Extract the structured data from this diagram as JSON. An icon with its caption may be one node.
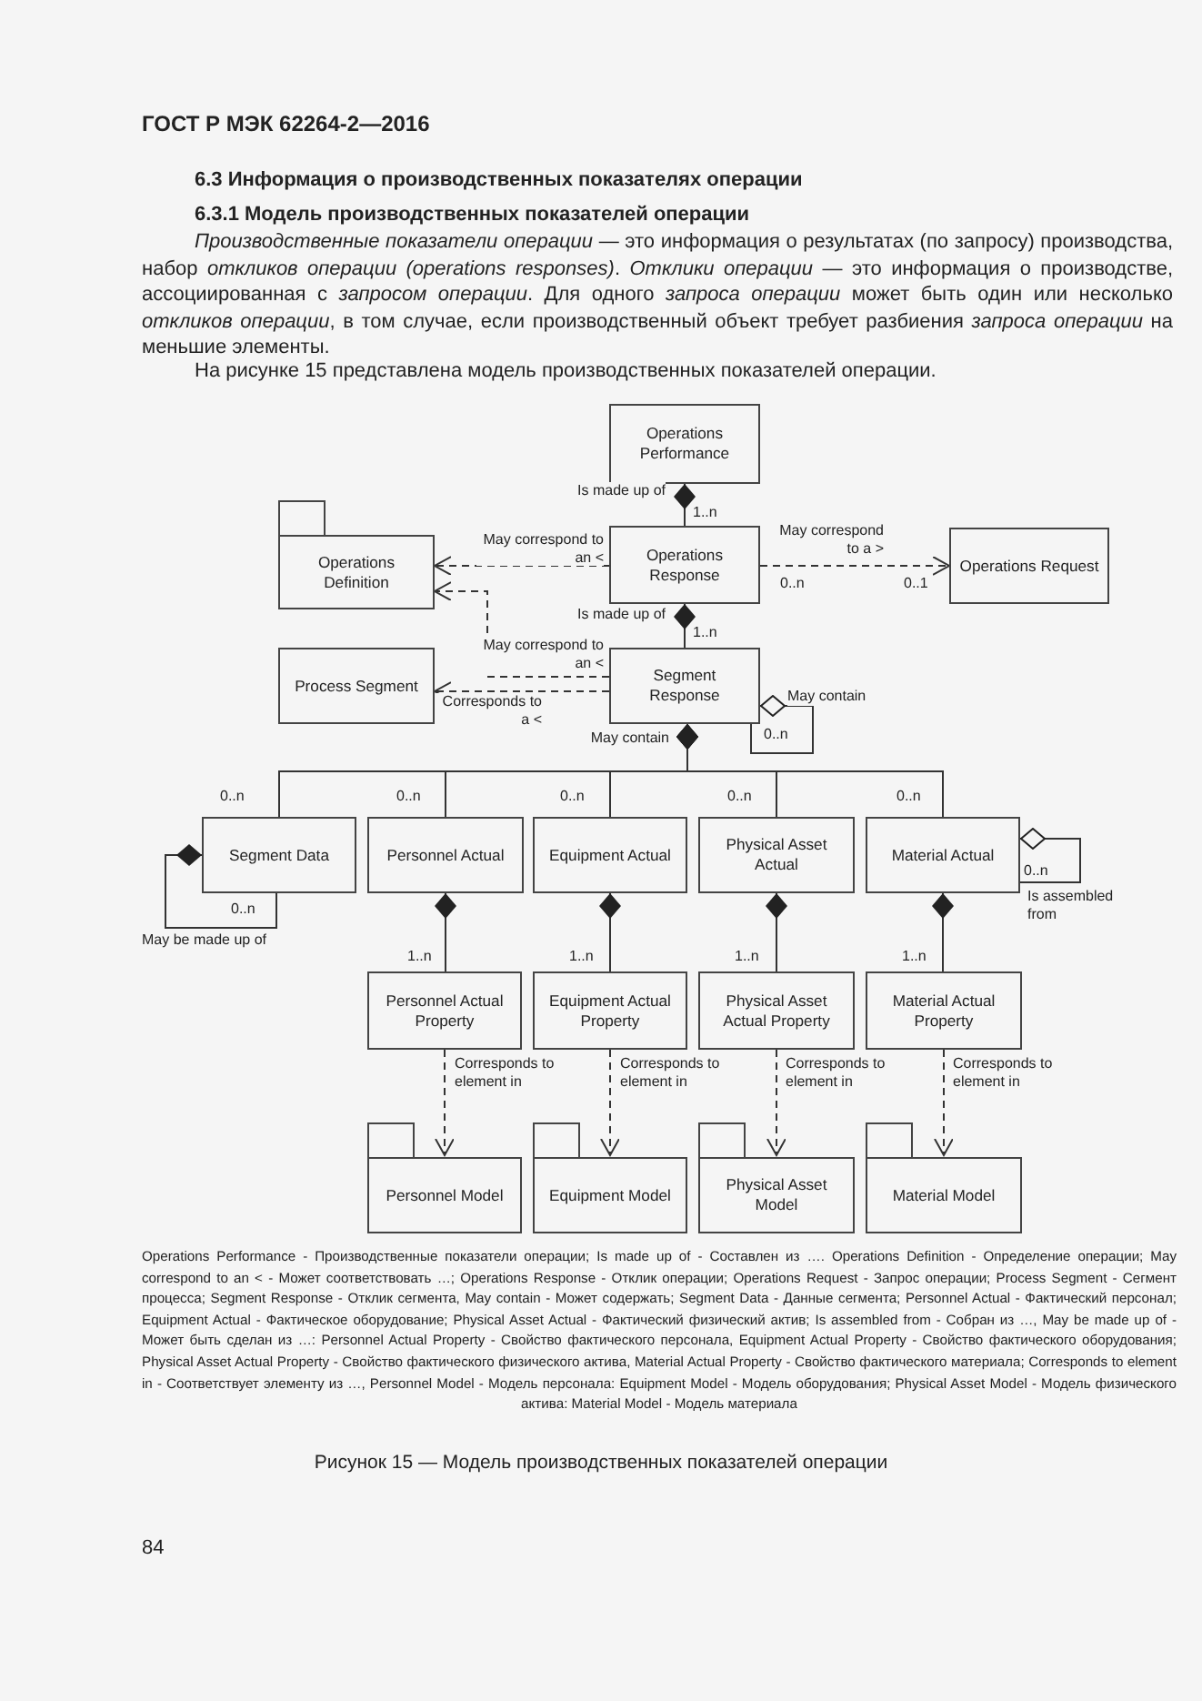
{
  "diagram": {
    "caption": "Рисунок 15 — Модель производственных показателей операции",
    "nodes": [
      {
        "text": [
          "Operations Performance"
        ]
      },
      {
        "text": [
          "Operations Definition"
        ]
      },
      {
        "text": [
          "Operations Response"
        ]
      },
      {
        "text": [
          "Operations Request"
        ]
      },
      {
        "text": [
          "Process Segment"
        ]
      },
      {
        "text": [
          "Segment Response"
        ]
      },
      {
        "text": [
          "Segment Data"
        ]
      },
      {
        "text": [
          "Personnel Actual"
        ]
      },
      {
        "text": [
          "Equipment Actual"
        ]
      },
      {
        "text": [
          "Physical Asset Actual"
        ]
      },
      {
        "text": [
          "Material Actual"
        ]
      },
      {
        "text": [
          "Personnel Actual Property"
        ]
      },
      {
        "text": [
          "Equipment Actual Property"
        ]
      },
      {
        "text": [
          "Physical Asset Actual Property"
        ]
      },
      {
        "text": [
          "Material Actual Property"
        ]
      },
      {
        "text": [
          "Personnel Model"
        ]
      },
      {
        "text": [
          "Equipment Model"
        ]
      },
      {
        "text": [
          "Physical Asset Model"
        ]
      },
      {
        "text": [
          "Material Model"
        ]
      }
    ],
    "edges": [
      {
        "from": 2,
        "to": 0,
        "arrow": "other",
        "label": "Is made up of"
      },
      {
        "from": 2,
        "to": 1,
        "arrow": "to",
        "style": "dashed",
        "label": "May correspond to an <"
      },
      {
        "from": 2,
        "to": 3,
        "arrow": "to",
        "style": "dashed",
        "label": "May correspond to a >"
      },
      {
        "from": 5,
        "to": 2,
        "arrow": "other",
        "label": "Is made up of"
      },
      {
        "from": 5,
        "to": 1,
        "arrow": "to",
        "style": "dashed",
        "label": "May correspond to an <"
      },
      {
        "from": 5,
        "to": 4,
        "arrow": "to",
        "style": "dashed",
        "label": "Corresponds to a <"
      },
      {
        "from": 5,
        "to": 5,
        "arrow": "other",
        "label": "May contain"
      },
      {
        "from": 6,
        "to": 5,
        "arrow": "other",
        "label": "May contain"
      },
      {
        "from": 7,
        "to": 5,
        "arrow": "other"
      },
      {
        "from": 8,
        "to": 5,
        "arrow": "other"
      },
      {
        "from": 9,
        "to": 5,
        "arrow": "other"
      },
      {
        "from": 10,
        "to": 5,
        "arrow": "other"
      },
      {
        "from": 6,
        "to": 6,
        "arrow": "other",
        "label": "May be made up of"
      },
      {
        "from": 10,
        "to": 10,
        "arrow": "other",
        "label": "Is assembled from"
      },
      {
        "from": 11,
        "to": 7,
        "arrow": "other"
      },
      {
        "from": 12,
        "to": 8,
        "arrow": "other"
      },
      {
        "from": 13,
        "to": 9,
        "arrow": "other"
      },
      {
        "from": 14,
        "to": 10,
        "arrow": "other"
      },
      {
        "from": 11,
        "to": 15,
        "arrow": "to",
        "style": "dashed",
        "label": "Corresponds to element in"
      },
      {
        "from": 12,
        "to": 16,
        "arrow": "to",
        "style": "dashed",
        "label": "Corresponds to element in"
      },
      {
        "from": 13,
        "to": 17,
        "arrow": "to",
        "style": "dashed",
        "label": "Corresponds to element in"
      },
      {
        "from": 14,
        "to": 18,
        "arrow": "to",
        "style": "dashed",
        "label": "Corresponds to element in"
      }
    ],
    "labels": [
      "ГОСТ Р МЭК 62264-2—2016",
      "6.3 Информация о производственных показателях операции",
      "6.3.1 Модель производственных показателей операции",
      "*Производственные показатели операции* — это информация о результатах (по запросу) производства, набор *откликов операции (operations responses)*. *Отклики операции* — это информация о производстве, ассоциированная с *запросом операции*. Для одного *запроса операции* может быть один или несколько *откликов операции*, в том случае, если производственный объект требует разбиения *запроса операции* на меньшие элементы.",
      "На рисунке 15 представлена модель производственных показателей операции.",
      "1..n",
      "0..n",
      "0..1",
      "1..n",
      "0..n",
      "0..n",
      "0..n",
      "0..n",
      "0..n",
      "0..n",
      "0..n",
      "0..n",
      "1..n",
      "1..n",
      "1..n",
      "1..n",
      "Operations Performance - Производственные показатели операции; Is made up of - Составлен из …. Operations Definition - Определение операции; May correspond to an < - Может соответствовать …; Operations Response - Отклик операции; Operations Request - Запрос операции; Process Segment - Сегмент процесса; Segment Response - Отклик сегмента, May contain - Может содержать; Segment Data - Данные сегмента; Personnel Actual - Фактический персонал; Equipment Actual - Фактическое оборудование; Physical Asset Actual - Фактический физический актив; Is assembled from - Собран из …, May be made up of - Может быть сделан из …: Personnel Actual Property - Свойство фактического персонала, Equipment Actual Property - Свойство фактического оборудования; Physical Asset Actual Property - Свойство фактического физического актива, Material Actual Property - Свойство фактического материала; Corresponds to element in - Соответствует элементу из …, Personnel Model - Модель персонала: Equipment Model - Модель оборудования; Physical Asset Model - Модель физического актива: Material Model - Модель материала",
      "84"
    ]
  }
}
